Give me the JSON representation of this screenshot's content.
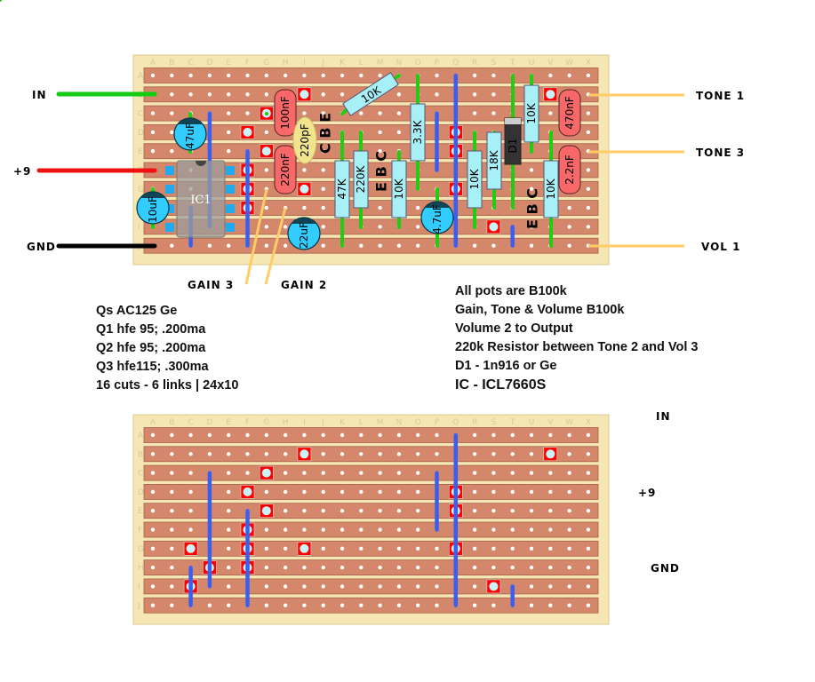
{
  "title": "Stripboard layout",
  "colors": {
    "board_bg": "#f5e6b4",
    "board_border": "#d9c98e",
    "strip": "#d4876a",
    "strip_border": "#a8604a",
    "hole": "#ffffff",
    "cut_fill": "#ff0000",
    "cut_hole": "#c8f4f8",
    "link": "#3a5ef0",
    "lead": "#22cc11",
    "resistor": "#a8f0f8",
    "film_cap": "#f86868",
    "ceramic_cap": "#f2e48c",
    "electrolytic": "#33ccff",
    "diode": "#333333",
    "ic": "#9c9c9c",
    "wire_in": "#11cc11",
    "wire_9v": "#ee1111",
    "wire_gnd": "#000000",
    "wire_pot": "#ffcc66"
  },
  "columns": [
    "A",
    "B",
    "C",
    "D",
    "E",
    "F",
    "G",
    "H",
    "I",
    "J",
    "K",
    "L",
    "M",
    "N",
    "O",
    "P",
    "Q",
    "R",
    "S",
    "T",
    "U",
    "V",
    "W",
    "X"
  ],
  "rows": [
    "A",
    "B",
    "C",
    "D",
    "E",
    "F",
    "G",
    "H",
    "I",
    "J"
  ],
  "top_board": {
    "cuts": [
      {
        "col": "I",
        "row": "B"
      },
      {
        "col": "G",
        "row": "C"
      },
      {
        "col": "F",
        "row": "D"
      },
      {
        "col": "G",
        "row": "E"
      },
      {
        "col": "F",
        "row": "F"
      },
      {
        "col": "F",
        "row": "G"
      },
      {
        "col": "F",
        "row": "H"
      },
      {
        "col": "I",
        "row": "G"
      },
      {
        "col": "Q",
        "row": "D"
      },
      {
        "col": "Q",
        "row": "E"
      },
      {
        "col": "Q",
        "row": "G"
      },
      {
        "col": "S",
        "row": "I"
      },
      {
        "col": "V",
        "row": "B"
      }
    ],
    "links": [
      {
        "col": "D",
        "from": "C",
        "to": "I"
      },
      {
        "col": "F",
        "from": "E",
        "to": "J"
      },
      {
        "col": "C",
        "from": "H",
        "to": "J"
      },
      {
        "col": "P",
        "from": "C",
        "to": "F"
      },
      {
        "col": "Q",
        "from": "A",
        "to": "J"
      },
      {
        "col": "T",
        "from": "I",
        "to": "J"
      }
    ],
    "resistors": [
      {
        "label": "10K",
        "diag": true
      },
      {
        "label": "3.3K",
        "col": "O",
        "from": "A",
        "to": "G"
      },
      {
        "label": "47K",
        "col": "K",
        "from": "D",
        "to": "J"
      },
      {
        "label": "220K",
        "col": "L",
        "from": "D",
        "to": "I"
      },
      {
        "label": "10K",
        "col": "N",
        "from": "E",
        "to": "I"
      },
      {
        "label": "10K",
        "col": "R",
        "from": "D",
        "to": "I"
      },
      {
        "label": "18K",
        "col": "S",
        "from": "D",
        "to": "H"
      },
      {
        "label": "10K",
        "col": "U",
        "from": "A",
        "to": "E"
      },
      {
        "label": "10K",
        "col": "V",
        "from": "D",
        "to": "J"
      }
    ],
    "film_caps": [
      {
        "label": "100nF",
        "col": "H",
        "from": "B",
        "to": "D"
      },
      {
        "label": "220nF",
        "col": "H",
        "from": "E",
        "to": "G"
      },
      {
        "label": "470nF",
        "col": "W",
        "from": "B",
        "to": "D"
      },
      {
        "label": "2.2nF",
        "col": "W",
        "from": "E",
        "to": "G"
      }
    ],
    "ceramic_caps": [
      {
        "label": "220pF",
        "col": "I",
        "from": "C",
        "to": "E"
      }
    ],
    "electrolytics": [
      {
        "label": "47uF",
        "col": "C",
        "row_from": "C",
        "row_to": "E"
      },
      {
        "label": "10uF",
        "col": "A",
        "row_from": "G",
        "row_to": "I"
      },
      {
        "label": "22uF",
        "col": "I",
        "row_from": "I",
        "row_to": "J"
      },
      {
        "label": "4.7uF",
        "col": "P",
        "row_from": "H",
        "row_to": "I"
      }
    ],
    "diode": {
      "label": "D1",
      "col": "T",
      "from": "A",
      "to": "H"
    },
    "ic": {
      "label": "IC1"
    },
    "transistors": [
      {
        "label": "C B E",
        "id": "q1"
      },
      {
        "label": "E B C",
        "id": "q2"
      },
      {
        "label": "E B C",
        "id": "q3"
      }
    ]
  },
  "bottom_board": {
    "cuts": [
      {
        "col": "I",
        "row": "B"
      },
      {
        "col": "G",
        "row": "C"
      },
      {
        "col": "F",
        "row": "D"
      },
      {
        "col": "G",
        "row": "E"
      },
      {
        "col": "F",
        "row": "F"
      },
      {
        "col": "C",
        "row": "G"
      },
      {
        "col": "F",
        "row": "G"
      },
      {
        "col": "I",
        "row": "G"
      },
      {
        "col": "D",
        "row": "H"
      },
      {
        "col": "F",
        "row": "H"
      },
      {
        "col": "C",
        "row": "I"
      },
      {
        "col": "Q",
        "row": "D"
      },
      {
        "col": "Q",
        "row": "E"
      },
      {
        "col": "Q",
        "row": "G"
      },
      {
        "col": "S",
        "row": "I"
      },
      {
        "col": "V",
        "row": "B"
      }
    ],
    "links": [
      {
        "col": "D",
        "from": "C",
        "to": "I"
      },
      {
        "col": "F",
        "from": "E",
        "to": "J"
      },
      {
        "col": "C",
        "from": "H",
        "to": "J"
      },
      {
        "col": "P",
        "from": "C",
        "to": "F"
      },
      {
        "col": "Q",
        "from": "A",
        "to": "J"
      },
      {
        "col": "T",
        "from": "I",
        "to": "J"
      }
    ]
  },
  "wires": {
    "in": "IN",
    "plus9": "+9",
    "gnd": "GND",
    "tone1": "TONE 1",
    "tone3": "TONE 3",
    "vol1": "VOL 1",
    "gain3": "GAIN 3",
    "gain2": "GAIN 2"
  },
  "bottom_labels": {
    "in": "IN",
    "plus9": "+9",
    "gnd": "GND"
  },
  "notes_left": [
    "Qs AC125 Ge",
    "Q1 hfe 95; .200ma",
    "Q2 hfe 95; .200ma",
    "Q3 hfe115; .300ma",
    "16 cuts - 6 links | 24x10"
  ],
  "notes_right": [
    "All pots are B100k",
    "Gain, Tone & Volume B100k",
    "Volume 2 to Output",
    "220k Resistor between Tone 2 and Vol 3",
    "D1 - 1n916 or Ge",
    "IC - ICL7660S"
  ]
}
